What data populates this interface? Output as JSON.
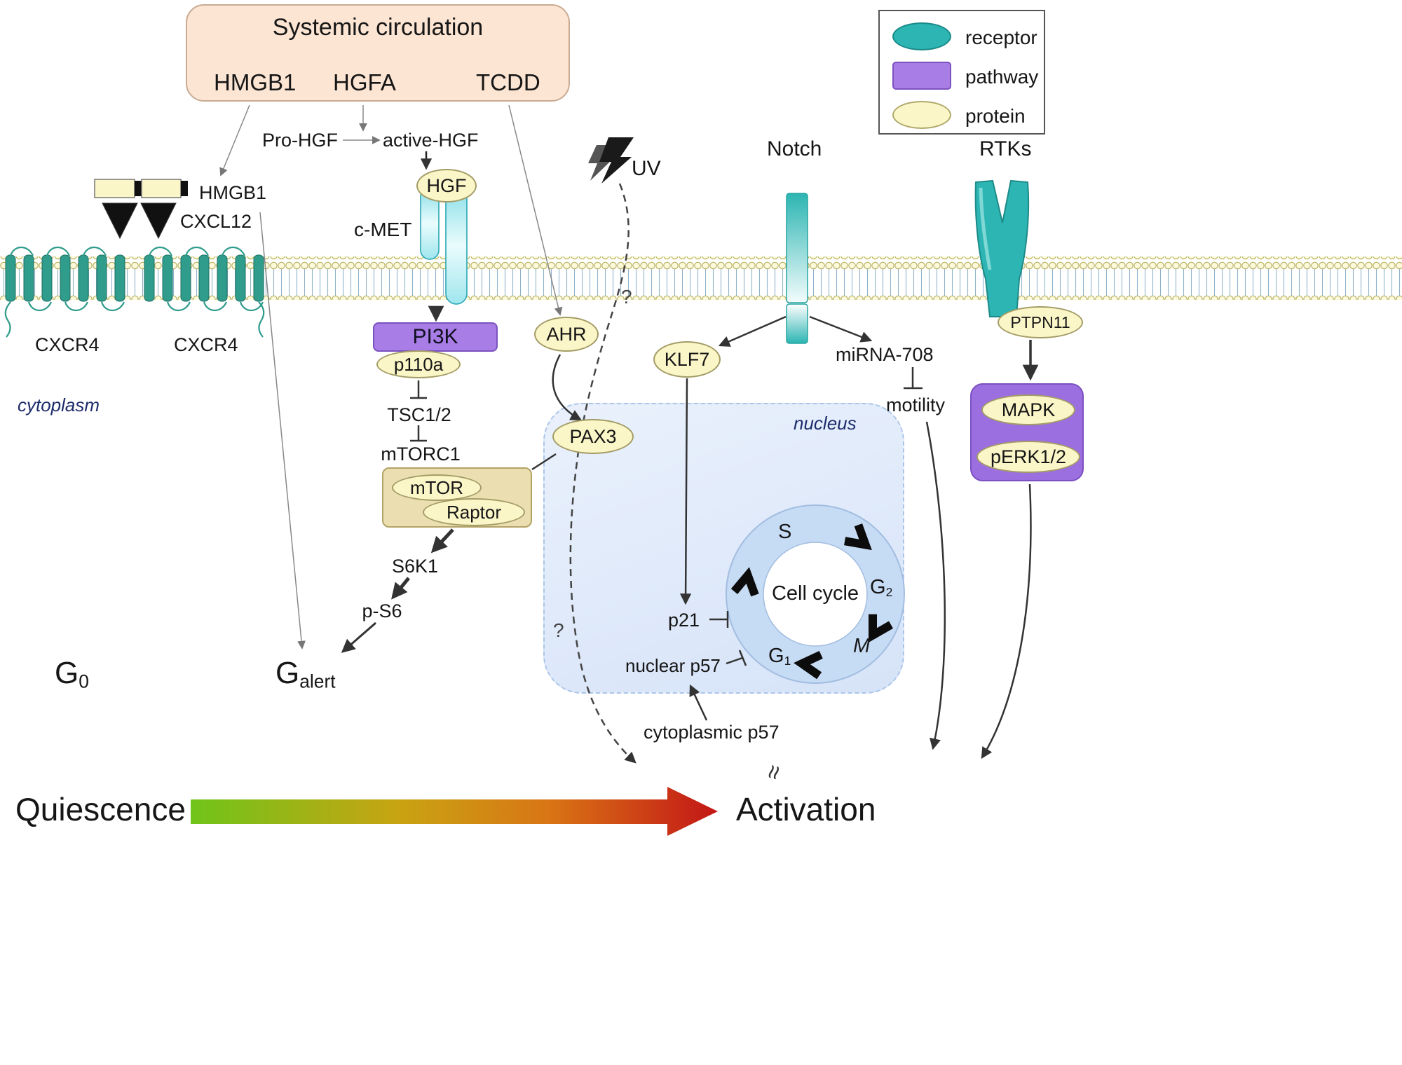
{
  "systemic_circulation": {
    "title": "Systemic circulation",
    "factors": [
      {
        "label": "HMGB1"
      },
      {
        "label": "HGFA"
      },
      {
        "label": "TCDD"
      }
    ]
  },
  "legend": {
    "items": [
      {
        "label": "receptor"
      },
      {
        "label": "pathway"
      },
      {
        "label": "protein"
      }
    ]
  },
  "hgf_axis": {
    "pro_hgf": "Pro-HGF",
    "active_hgf": "active-HGF",
    "hgf": "HGF",
    "c_met": "c-MET",
    "pi3k": "PI3K",
    "p110a": "p110a",
    "tsc12": "TSC1/2",
    "mtorc1": "mTORC1",
    "mtor": "mTOR",
    "raptor": "Raptor",
    "s6k1": "S6K1",
    "p_s6": "p-S6"
  },
  "membrane": {
    "hmgb1": "HMGB1",
    "cxcl12": "CXCL12",
    "cxcr4_left": "CXCR4",
    "cxcr4_right": "CXCR4",
    "cytoplasm": "cytoplasm"
  },
  "ahr_axis": {
    "ahr": "AHR",
    "pax3": "PAX3"
  },
  "uv_axis": {
    "uv": "UV",
    "q_membrane": "?",
    "q_nucleus": "?"
  },
  "notch_axis": {
    "notch": "Notch",
    "klf7": "KLF7",
    "mirna": "miRNA-708",
    "motility": "motility"
  },
  "rtk_axis": {
    "rtks": "RTKs",
    "ptpn11": "PTPN11",
    "mapk": "MAPK",
    "perk": "pERK1/2"
  },
  "nucleus": {
    "label": "nucleus",
    "cell_cycle": "Cell cycle",
    "phase_s": "S",
    "phase_g2_base": "G",
    "phase_g2_sub": "2",
    "phase_m": "M",
    "phase_g1_base": "G",
    "phase_g1_sub": "1",
    "p21": "p21",
    "nuclear_p57": "nuclear p57",
    "cytoplasmic_p57": "cytoplasmic p57"
  },
  "states": {
    "g0_base": "G",
    "g0_sub": "0",
    "galert_base": "G",
    "galert_sub": "alert",
    "quiescence": "Quiescence",
    "activation": "Activation",
    "approx": "≈"
  },
  "colors": {
    "receptor_teal": "#2cb5b2",
    "pathway_purple": "#a87de6",
    "protein_cream": "#fbf6c8",
    "systemic_peach": "#fce5d3",
    "mtor_tan": "#ebdfb2",
    "nucleus_blue": "#dde8f8",
    "quiescence_green": "#6fc41a",
    "activation_red": "#c31616"
  }
}
